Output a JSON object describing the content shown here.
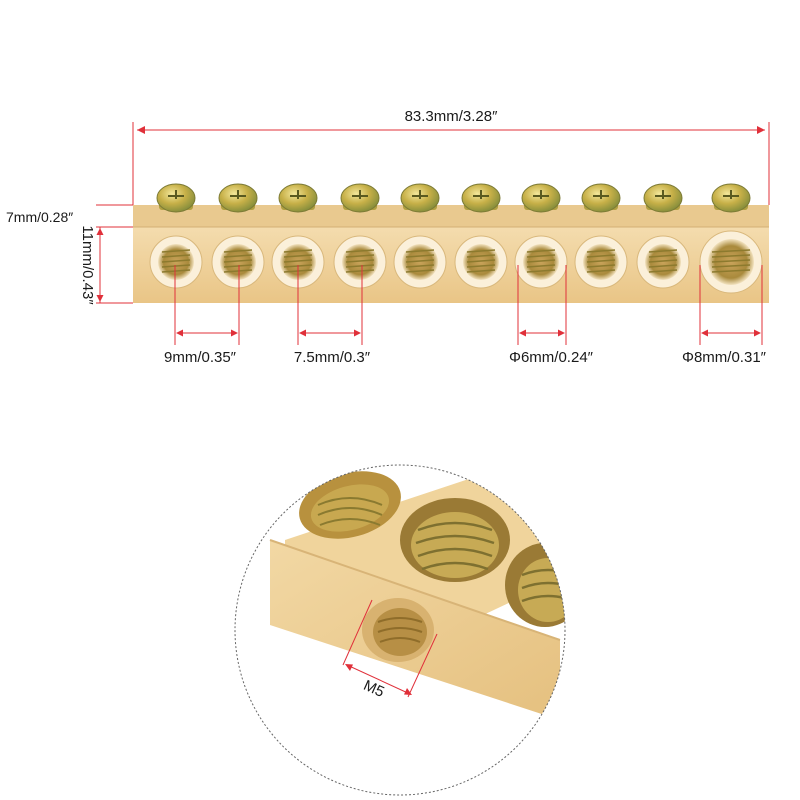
{
  "colors": {
    "dimension_line": "#e0303a",
    "brass_face": "#f1d49e",
    "brass_top": "#e7c68a",
    "brass_shadow": "#caa060",
    "screw_gold": "#c9a63a",
    "screw_green": "#9aa64a",
    "circle_outline": "#555555"
  },
  "dimensions": {
    "overall_length": "83.3mm/3.28″",
    "top_height": "7mm/0.28″",
    "body_height": "11mm/0.43″",
    "hole_pitch": "9mm/0.35″",
    "gap_spacing": "7.5mm/0.3″",
    "small_hole_diameter": "Φ6mm/0.24″",
    "large_hole_diameter": "Φ8mm/0.31″",
    "thread_size": "M5"
  },
  "terminal_bar": {
    "screw_count": 10,
    "hole_count": 10
  }
}
